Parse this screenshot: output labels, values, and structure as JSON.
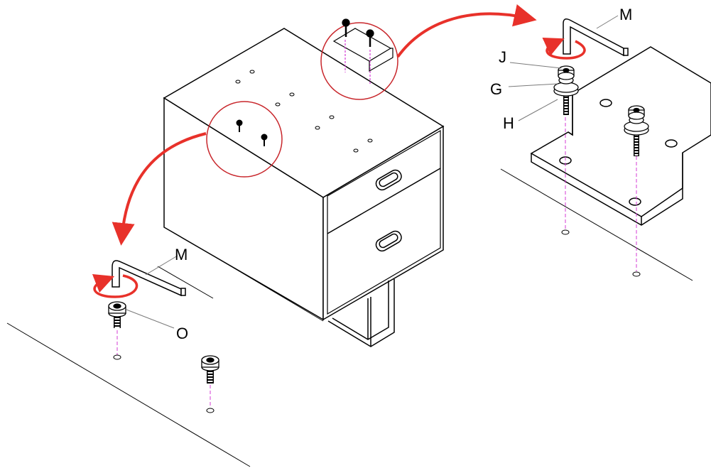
{
  "diagram": {
    "labels": {
      "allen_key_right": "M",
      "screw_cap": "J",
      "washer": "G",
      "bolt": "H",
      "allen_key_left": "M",
      "floor_screw": "O"
    }
  },
  "colors": {
    "line": "#000000",
    "arrow": "#e8312a",
    "callout_circle": "#c8262b",
    "guide_line": "#d63bd6",
    "leader": "#7a7a7a"
  }
}
